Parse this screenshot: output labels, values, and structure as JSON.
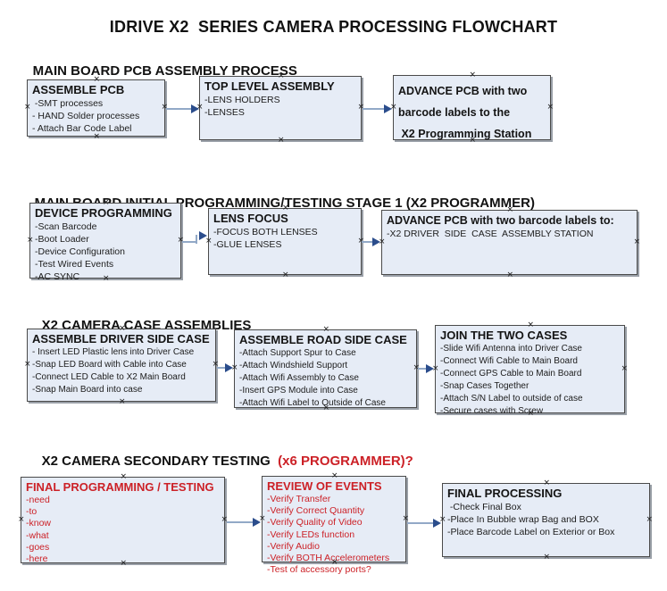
{
  "title": "IDRIVE X2  SERIES CAMERA PROCESSING FLOWCHART",
  "connection_mark": "×",
  "colors": {
    "box_fill": "#e6ecf6",
    "box_border": "#4a4a4a",
    "arrow_line": "#92a9c7",
    "arrow_head": "#2b4d8c",
    "red_text": "#cc2127",
    "black_text": "#141414"
  },
  "sections": [
    {
      "heading": "MAIN BOARD PCB ASSEMBLY PROCESS",
      "boxes": [
        {
          "heading": "ASSEMBLE PCB",
          "items": [
            " -SMT processes",
            "- HAND Solder processes",
            "- Attach Bar Code Label"
          ]
        },
        {
          "heading": "TOP LEVEL ASSEMBLY",
          "items": [
            "-LENS HOLDERS",
            "-LENSES"
          ]
        },
        {
          "lines": [
            "ADVANCE PCB with two",
            "barcode labels to the",
            " X2 Programming Station"
          ]
        }
      ]
    },
    {
      "heading": "MAIN BOARD INITIAL PROGRAMMING/TESTING STAGE 1 (X2 PROGRAMMER)",
      "boxes": [
        {
          "heading": "DEVICE PROGRAMMING",
          "items": [
            "-Scan Barcode",
            "-Boot Loader",
            "-Device Configuration",
            "-Test Wired Events",
            "-AC SYNC"
          ]
        },
        {
          "heading": "LENS FOCUS",
          "items": [
            "-FOCUS BOTH LENSES",
            "-GLUE LENSES"
          ]
        },
        {
          "heading": "ADVANCE PCB with two barcode labels to:",
          "items": [
            "-X2 DRIVER  SIDE  CASE  ASSEMBLY STATION"
          ]
        }
      ]
    },
    {
      "heading": "X2 CAMERA CASE ASSEMBLIES",
      "boxes": [
        {
          "heading": "ASSEMBLE DRIVER SIDE CASE",
          "items": [
            "- Insert LED Plastic lens into Driver Case",
            "-Snap LED Board with Cable into Case",
            "-Connect LED Cable to X2 Main Board",
            "-Snap Main Board into case"
          ]
        },
        {
          "heading": "ASSEMBLE ROAD SIDE CASE",
          "items": [
            "-Attach Support Spur to Case",
            "-Attach Windshield Support",
            "-Attach Wifi Assembly to Case",
            "-Insert GPS Module into Case",
            "-Attach Wifi Label to Outside of Case"
          ]
        },
        {
          "heading": "JOIN THE TWO CASES",
          "items": [
            "-Slide Wifi Antenna into Driver Case",
            "-Connect Wifi Cable to Main Board",
            "-Connect GPS Cable to Main Board",
            "-Snap Cases Together",
            "-Attach S/N Label to outside of case",
            "-Secure cases with Screw"
          ]
        }
      ]
    },
    {
      "heading": "X2 CAMERA SECONDARY TESTING",
      "heading_red": "  (x6 PROGRAMMER)?",
      "boxes": [
        {
          "heading": "FINAL PROGRAMMING / TESTING",
          "items": [
            "-need",
            "-to",
            "-know",
            "-what",
            "-goes",
            "-here"
          ]
        },
        {
          "heading": "REVIEW OF EVENTS",
          "items": [
            "-Verify Transfer",
            "-Verify Correct Quantity",
            "-Verify Quality of Video",
            "-Verify LEDs function",
            "-Verify Audio",
            "-Verify BOTH Accelerometers",
            "-Test of accessory ports?"
          ]
        },
        {
          "heading": "FINAL PROCESSING",
          "items": [
            " -Check Final Box",
            "-Place In Bubble wrap Bag and BOX",
            "-Place Barcode Label on Exterior or Box"
          ]
        }
      ]
    }
  ]
}
